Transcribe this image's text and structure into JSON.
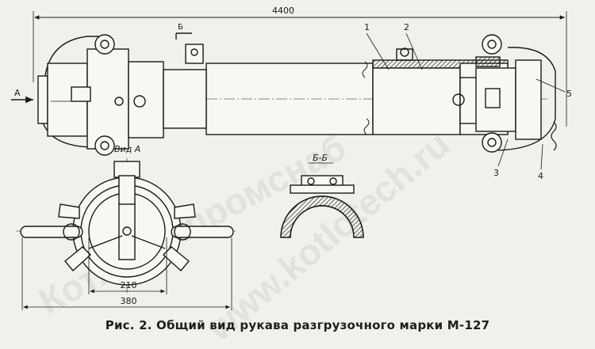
{
  "figure": {
    "caption": "Рис. 2. Общий вид рукава разгрузочного марки М-127",
    "dimensions": {
      "overall_length": "4400",
      "clamp_width_inner": "210",
      "clamp_width_outer": "380"
    },
    "views": {
      "view_a": "Вид А",
      "section_label": "Б-Б",
      "cut_mark": "Б",
      "arrow_a": "А"
    },
    "callouts": [
      "1",
      "2",
      "3",
      "4",
      "5"
    ],
    "watermark": [
      "Котлотехпромснаб",
      "www.kotlotech.ru"
    ]
  },
  "colors": {
    "ink": "#1a1a1a",
    "paper": "#f1f0ec",
    "hatch": "#2a2a2a"
  }
}
